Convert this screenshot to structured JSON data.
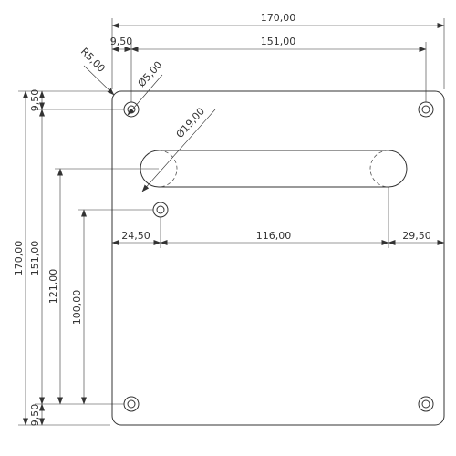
{
  "dimensions": {
    "overall_width": "170,00",
    "hole_offset_x": "9,50",
    "hole_span_x": "151,00",
    "corner_radius": "R5,00",
    "hole_diameter": "Ø5,00",
    "slot_diameter": "Ø19,00",
    "top_hole_offset_y": "9,50",
    "overall_height": "170,00",
    "hole_span_y": "151,00",
    "slot_height": "121,00",
    "center_hole_height": "100,00",
    "bottom_hole_offset_y": "9,50",
    "slot_left_offset": "24,50",
    "slot_length": "116,00",
    "slot_right_offset": "29,50"
  },
  "colors": {
    "line": "#333333",
    "background": "#ffffff"
  }
}
